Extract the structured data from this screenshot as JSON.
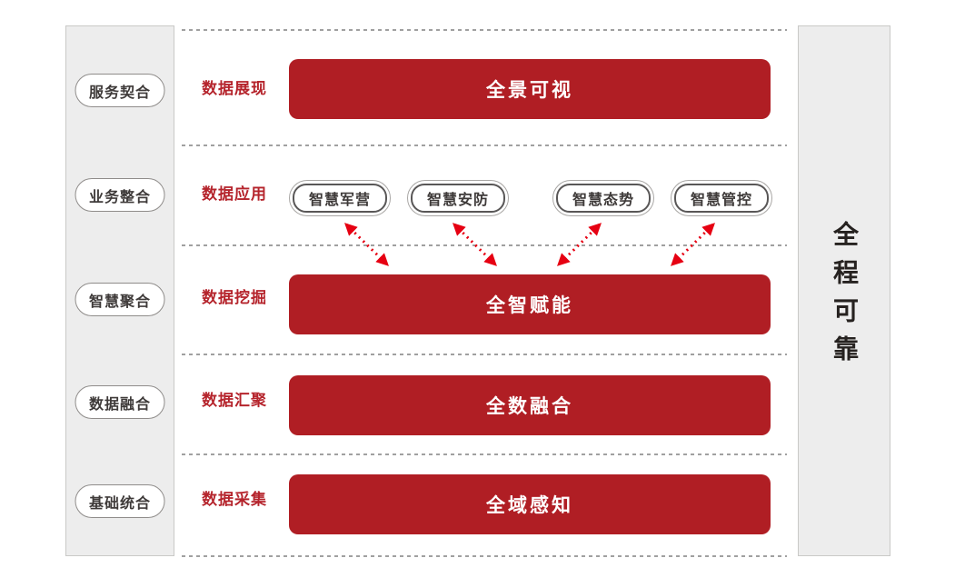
{
  "palette": {
    "banner_red": "#b01e24",
    "label_red": "#b5242c",
    "arrow_red": "#e60012",
    "rail_bg": "#ededed",
    "rail_border": "#c9c9c7",
    "pill_text": "#3e3a39",
    "right_title_text": "#262220",
    "dotted_line": "#a0a0a0"
  },
  "left_rail": {
    "items": [
      {
        "label": "服务契合"
      },
      {
        "label": "业务整合"
      },
      {
        "label": "智慧聚合"
      },
      {
        "label": "数据融合"
      },
      {
        "label": "基础统合"
      }
    ]
  },
  "right_rail": {
    "title": "全程可靠"
  },
  "rows": [
    {
      "label": "数据展现",
      "banner": "全景可视"
    },
    {
      "label": "数据应用",
      "pills": [
        "智慧军营",
        "智慧安防",
        "智慧态势",
        "智慧管控"
      ]
    },
    {
      "label": "数据挖掘",
      "banner": "全智赋能"
    },
    {
      "label": "数据汇聚",
      "banner": "全数融合"
    },
    {
      "label": "数据采集",
      "banner": "全域感知"
    }
  ],
  "arrows": {
    "description": "four red dashed double-headed arrows linking application pills to 全智赋能 banner"
  }
}
